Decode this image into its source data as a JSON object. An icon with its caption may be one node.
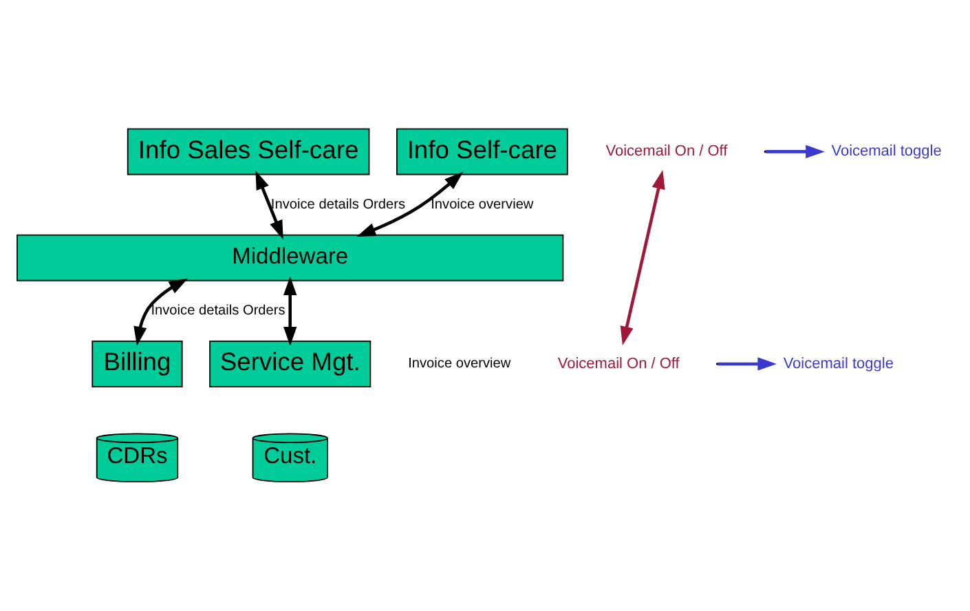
{
  "diagram": {
    "nodes": [
      {
        "text": [
          "Info Sales Self-care"
        ]
      },
      {
        "text": [
          "Info Self-care"
        ]
      },
      {
        "text": [
          "Middleware"
        ]
      },
      {
        "text": [
          "Billing"
        ]
      },
      {
        "text": [
          "CDRs"
        ]
      },
      {
        "text": [
          "Service Mgt."
        ]
      },
      {
        "text": [
          "Cust."
        ]
      },
      {
        "text": [
          "Voicemail On / Off"
        ]
      },
      {
        "text": [
          "Voicemail On / Off"
        ]
      },
      {
        "text": [
          "Voicemail toggle"
        ]
      },
      {
        "text": [
          "Voicemail toggle"
        ]
      }
    ],
    "edges": [
      {
        "from": 0,
        "to": 2,
        "arrow": "both",
        "label": "Invoice details Orders"
      },
      {
        "from": 1,
        "to": 2,
        "arrow": "both",
        "label": "Invoice overview"
      },
      {
        "from": 2,
        "to": 3,
        "arrow": "both",
        "label": "Invoice details Orders"
      },
      {
        "from": 2,
        "to": 5,
        "arrow": "both"
      },
      {
        "from": 7,
        "to": 8,
        "arrow": "both",
        "color": "#a01838"
      },
      {
        "from": null,
        "to": 9,
        "arrow": "to",
        "color": "#3a3ad0"
      },
      {
        "from": null,
        "to": 10,
        "arrow": "to",
        "color": "#3a3ad0"
      }
    ],
    "labels": [
      "Invoice overview"
    ]
  }
}
